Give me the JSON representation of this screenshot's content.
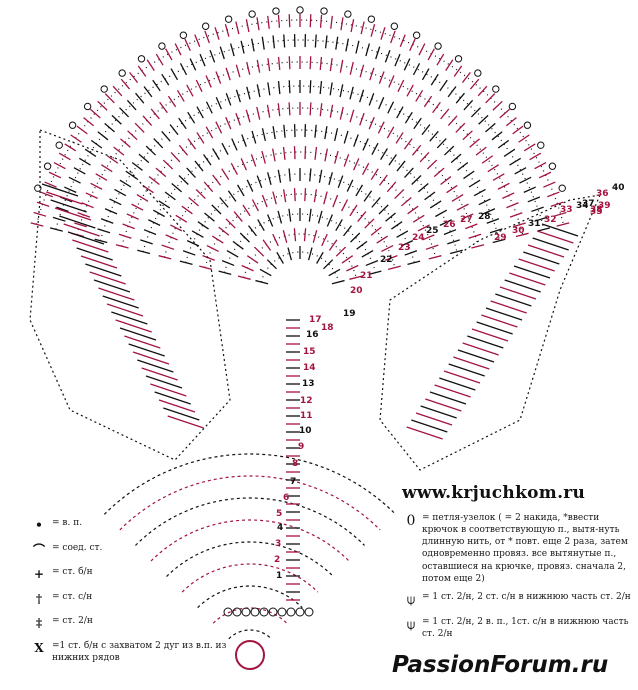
{
  "site_url": "www.krjuchkom.ru",
  "watermark": "PassionForum.ru",
  "colors": {
    "red": "#a3143f",
    "black": "#111111"
  },
  "row_numbers_red": [
    "1",
    "2",
    "3",
    "4",
    "5",
    "6",
    "7",
    "8",
    "9",
    "10",
    "11",
    "12",
    "13",
    "14",
    "15",
    "16",
    "17",
    "18",
    "19",
    "20",
    "21",
    "22",
    "23",
    "24",
    "25",
    "26",
    "27",
    "28",
    "29",
    "30",
    "31",
    "32",
    "33",
    "34",
    "35",
    "36",
    "37",
    "38",
    "39",
    "40"
  ],
  "legend_left": [
    {
      "symbol": "•",
      "text": "= в. п."
    },
    {
      "symbol": "⌒",
      "text": "= соед. ст."
    },
    {
      "symbol": "+",
      "text": "= ст. б/н"
    },
    {
      "symbol": "†",
      "text": "= ст. с/н"
    },
    {
      "symbol": "‡",
      "text": "= ст. 2/н"
    },
    {
      "symbol": "X",
      "text": "=1 ст. б/н с захватом 2 дуг из в.п. из нижних рядов"
    }
  ],
  "legend_right": [
    {
      "symbol": "0",
      "text": "= петля-узелок ( = 2 накида, *ввести крючок в соответствующую п., вытя-нуть длинную нить, от * повт. еще 2 раза, затем одновременно провяз. все вытянутые п., оставшиеся на крючке, провяз. сначала 2, потом еще 2)"
    },
    {
      "symbol": "⍦",
      "text": "= 1 ст. 2/н, 2 ст. с/н в нижнюю часть ст. 2/н"
    },
    {
      "symbol": "⍦",
      "text": "= 1 ст. 2/н, 2 в. п., 1ст. с/н в нижнюю часть ст. 2/н"
    }
  ]
}
